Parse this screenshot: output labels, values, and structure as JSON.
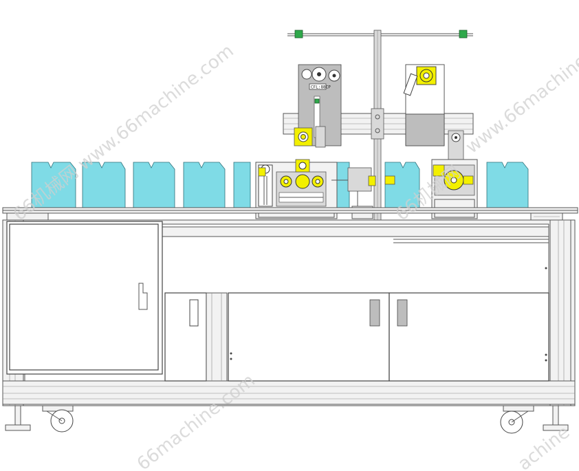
{
  "watermarks": {
    "w1": "66机械网 www.66machine.com",
    "w2": "www.66machine",
    "w3": "66机械网",
    "w4": "66machine.com",
    "w5": "achine"
  },
  "plate_label": "CFL:88CP",
  "colors": {
    "stock_trays": "#7fdbe6",
    "motors": "#f3f000",
    "indicator_lamps": "#2ea84a",
    "frame": "#f2f2f2"
  }
}
